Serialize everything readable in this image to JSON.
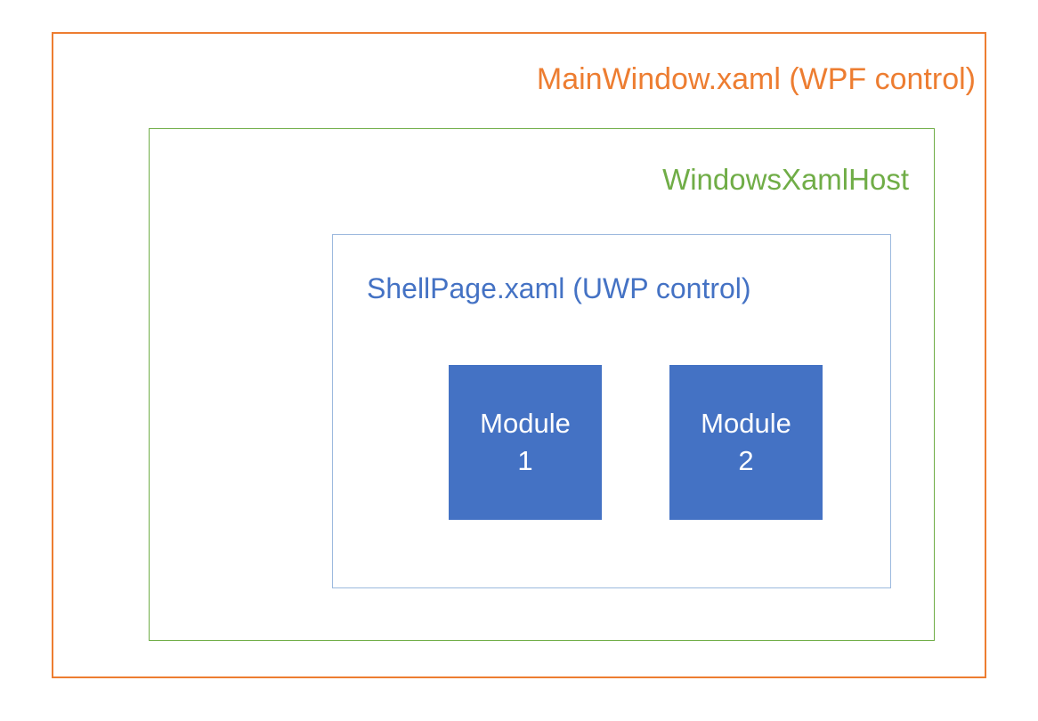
{
  "diagram": {
    "mainwindow": {
      "label": "MainWindow.xaml (WPF control)",
      "color": "#ED7D31"
    },
    "xamlhost": {
      "label": "WindowsXamlHost",
      "color": "#70AD47"
    },
    "shellpage": {
      "label": "ShellPage.xaml (UWP control)",
      "color": "#4472C4",
      "border_color": "#9CB9DE"
    },
    "modules": [
      {
        "line1": "Module",
        "line2": "1",
        "fill": "#4472C4",
        "text_color": "#FFFFFF"
      },
      {
        "line1": "Module",
        "line2": "2",
        "fill": "#4472C4",
        "text_color": "#FFFFFF"
      }
    ]
  }
}
